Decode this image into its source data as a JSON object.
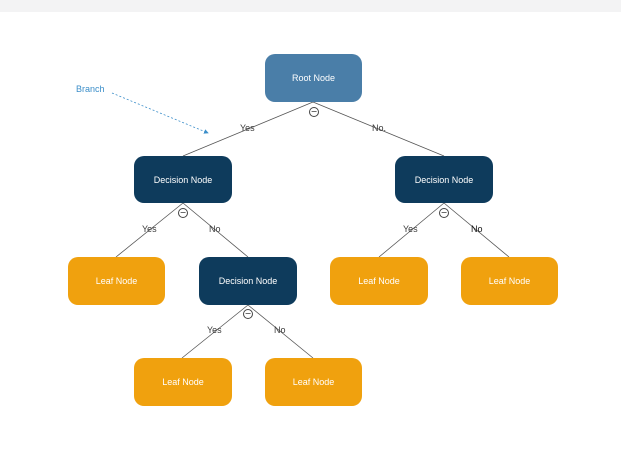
{
  "colors": {
    "root": "#4a7ea8",
    "decision": "#0e3b5c",
    "leaf": "#f0a10e",
    "edge": "#555555",
    "annotation": "#3b8ec9"
  },
  "annotation": {
    "label": "Branch"
  },
  "nodes": {
    "root": "Root Node",
    "decision_left": "Decision Node",
    "decision_right": "Decision Node",
    "decision_mid": "Decision Node",
    "leaf_1": "Leaf Node",
    "leaf_2": "Leaf Node",
    "leaf_3": "Leaf Node",
    "leaf_4": "Leaf Node",
    "leaf_5": "Leaf Node"
  },
  "edges": {
    "root_yes": "Yes",
    "root_no": "No.",
    "left_yes": "Yes",
    "left_no": "No",
    "mid_yes": "Yes",
    "mid_no": "No",
    "right_yes": "Yes",
    "right_no": "No"
  },
  "collapse_icon": "minus-circle-icon"
}
